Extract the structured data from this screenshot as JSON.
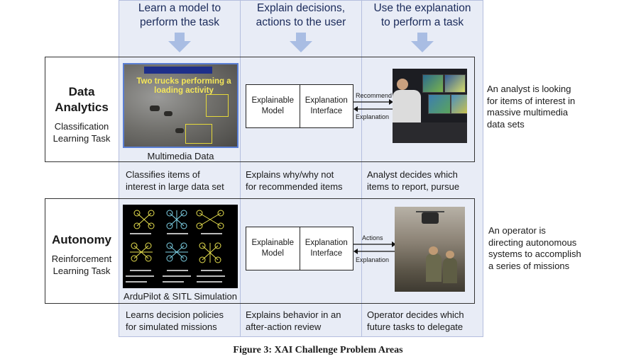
{
  "columns": [
    {
      "heading_line1": "Learn a model to",
      "heading_line2": "perform the task"
    },
    {
      "heading_line1": "Explain decisions,",
      "heading_line2": "actions to the user"
    },
    {
      "heading_line1": "Use the explanation",
      "heading_line2": "to perform a task"
    }
  ],
  "rows": [
    {
      "title_line1": "Data",
      "title_line2": "Analytics",
      "subtitle_line1": "Classification",
      "subtitle_line2": "Learning Task",
      "image_caption": "Multimedia Data",
      "image_overlay_line1": "Two trucks performing a",
      "image_overlay_line2": "loading activity",
      "model_label_line1": "Explainable",
      "model_label_line2": "Model",
      "interface_label_line1": "Explanation",
      "interface_label_line2": "Interface",
      "arrow_out_label": "Recommend",
      "arrow_in_label": "Explanation",
      "descriptions": [
        {
          "line1": "Classifies items of",
          "line2": "interest in large data set"
        },
        {
          "line1": "Explains why/why not",
          "line2": "for recommended items"
        },
        {
          "line1": "Analyst decides which",
          "line2": "items to report, pursue"
        }
      ],
      "side_note": [
        "An analyst is looking",
        "for items of interest in",
        "massive multimedia",
        "data sets"
      ]
    },
    {
      "title_line1": "Autonomy",
      "subtitle_line1": "Reinforcement",
      "subtitle_line2": "Learning Task",
      "image_caption": "ArduPilot & SITL Simulation",
      "model_label_line1": "Explainable",
      "model_label_line2": "Model",
      "interface_label_line1": "Explanation",
      "interface_label_line2": "Interface",
      "arrow_out_label": "Actions",
      "arrow_in_label": "Explanation",
      "descriptions": [
        {
          "line1": "Learns decision policies",
          "line2": "for simulated missions"
        },
        {
          "line1": "Explains behavior in an",
          "line2": "after-action review"
        },
        {
          "line1": "Operator decides which",
          "line2": "future tasks to delegate"
        }
      ],
      "side_note": [
        "An operator is",
        "directing autonomous",
        "systems to accomplish",
        "a series of missions"
      ]
    }
  ],
  "figure_caption": "Figure 3: XAI Challenge Problem Areas",
  "colors": {
    "column_bg": "#e8ecf6",
    "column_border": "#b4bede",
    "arrow_fill": "#a9bde3",
    "overlay_text": "#f4e65a"
  },
  "icons": [
    "down-arrow-icon",
    "drone-icon",
    "computer-monitor-icon"
  ]
}
